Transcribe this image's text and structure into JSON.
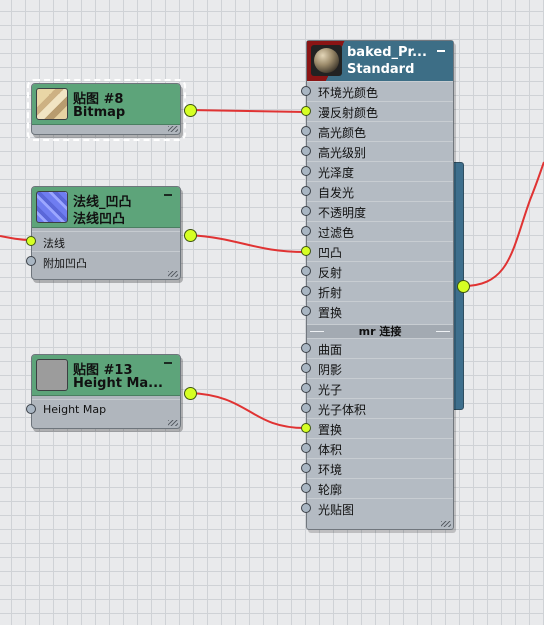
{
  "colors": {
    "wire": "#e03333",
    "port_active": "#d6ff24",
    "port_idle": "#a9b6c3",
    "map_header": "#5da47a",
    "material_header": "#3d6e86"
  },
  "nodes": {
    "bitmap8": {
      "title": "贴图 #8",
      "subtitle": "Bitmap",
      "minimize": "−"
    },
    "normal_bump": {
      "title": "法线_凹凸",
      "subtitle": "法线凹凸",
      "minimize": "−",
      "ports": [
        {
          "label": "法线"
        },
        {
          "label": "附加凹凸"
        }
      ]
    },
    "map13": {
      "title": "贴图 #13",
      "subtitle": "Height Ma...",
      "minimize": "−",
      "ports": [
        {
          "label": "Height Map"
        }
      ]
    },
    "material": {
      "title": "baked_Pr...",
      "subtitle": "Standard",
      "minimize": "−",
      "slots": [
        "环境光颜色",
        "漫反射颜色",
        "高光颜色",
        "高光级别",
        "光泽度",
        "自发光",
        "不透明度",
        "过滤色",
        "凹凸",
        "反射",
        "折射",
        "置换"
      ],
      "section_label": "mr 连接",
      "mr_slots": [
        "曲面",
        "阴影",
        "光子",
        "光子体积",
        "置换",
        "体积",
        "环境",
        "轮廓",
        "光贴图"
      ]
    }
  }
}
